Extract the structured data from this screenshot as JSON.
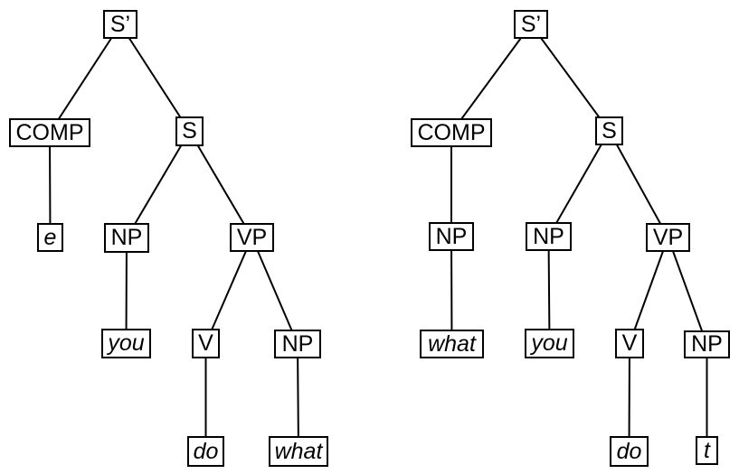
{
  "diagram": {
    "type": "syntax-trees",
    "background": "#ffffff",
    "line_color": "#000000",
    "trees": {
      "left": {
        "nodes": {
          "s_bar": {
            "label": "S’"
          },
          "comp": {
            "label": "COMP"
          },
          "s": {
            "label": "S"
          },
          "e": {
            "label": "e"
          },
          "np_subj": {
            "label": "NP"
          },
          "vp": {
            "label": "VP"
          },
          "you": {
            "label": "you"
          },
          "v": {
            "label": "V"
          },
          "np_obj": {
            "label": "NP"
          },
          "do": {
            "label": "do"
          },
          "what": {
            "label": "what"
          }
        },
        "edges": [
          [
            "s_bar",
            "comp"
          ],
          [
            "s_bar",
            "s"
          ],
          [
            "comp",
            "e"
          ],
          [
            "s",
            "np_subj"
          ],
          [
            "s",
            "vp"
          ],
          [
            "np_subj",
            "you"
          ],
          [
            "vp",
            "v"
          ],
          [
            "vp",
            "np_obj"
          ],
          [
            "v",
            "do"
          ],
          [
            "np_obj",
            "what"
          ]
        ]
      },
      "right": {
        "nodes": {
          "s_bar": {
            "label": "S’"
          },
          "comp": {
            "label": "COMP"
          },
          "s": {
            "label": "S"
          },
          "comp_np": {
            "label": "NP"
          },
          "np_subj": {
            "label": "NP"
          },
          "vp": {
            "label": "VP"
          },
          "what_word": {
            "label": "what"
          },
          "you": {
            "label": "you"
          },
          "v": {
            "label": "V"
          },
          "np_obj": {
            "label": "NP"
          },
          "do": {
            "label": "do"
          },
          "t": {
            "label": "t"
          }
        },
        "edges": [
          [
            "s_bar",
            "comp"
          ],
          [
            "s_bar",
            "s"
          ],
          [
            "comp",
            "comp_np"
          ],
          [
            "comp_np",
            "what_word"
          ],
          [
            "s",
            "np_subj"
          ],
          [
            "s",
            "vp"
          ],
          [
            "np_subj",
            "you"
          ],
          [
            "vp",
            "v"
          ],
          [
            "vp",
            "np_obj"
          ],
          [
            "v",
            "do"
          ],
          [
            "np_obj",
            "t"
          ]
        ]
      }
    }
  }
}
